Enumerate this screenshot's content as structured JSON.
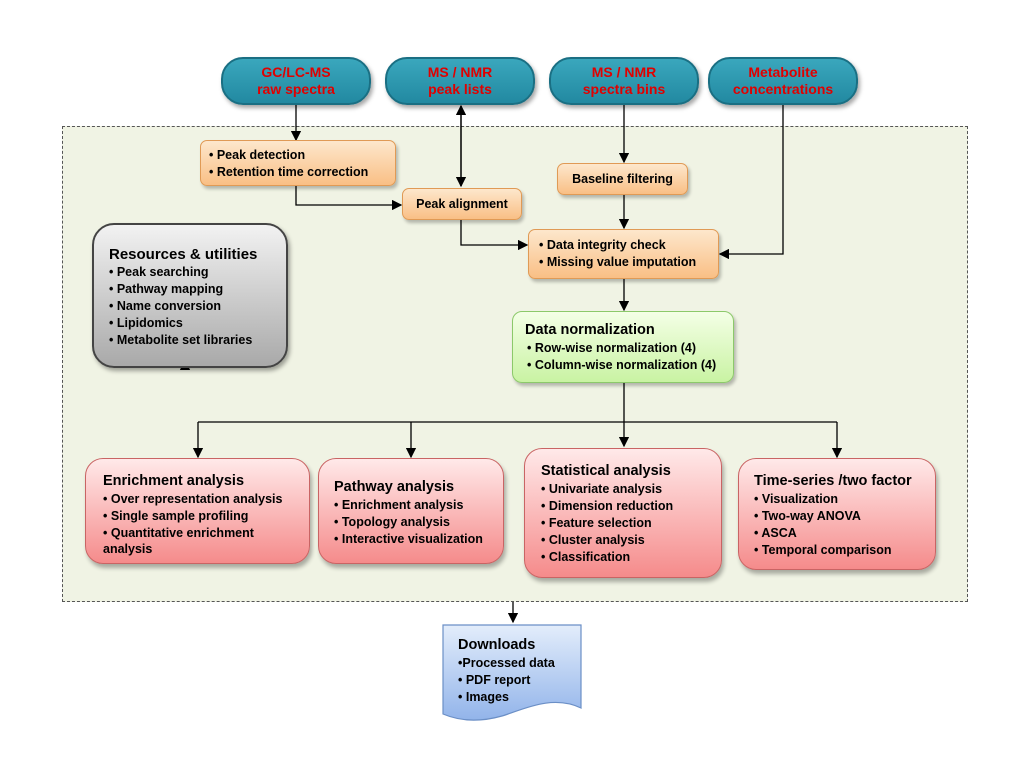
{
  "inputs": {
    "gclc": [
      "GC/LC-MS",
      "raw spectra"
    ],
    "peaklists": [
      "MS / NMR",
      "peak lists"
    ],
    "bins": [
      "MS / NMR",
      "spectra bins"
    ],
    "concentrations": [
      "Metabolite",
      "concentrations"
    ]
  },
  "peak_detection": [
    "• Peak detection",
    "• Retention time correction"
  ],
  "peak_alignment": "Peak alignment",
  "baseline_filtering": "Baseline filtering",
  "integrity": [
    "• Data integrity check",
    "• Missing value imputation"
  ],
  "normalization": {
    "title": "Data normalization",
    "items": [
      "• Row-wise normalization (4)",
      "• Column-wise normalization (4)"
    ]
  },
  "resources": {
    "title": "Resources & utilities",
    "items": [
      "• Peak searching",
      "• Pathway mapping",
      "• Name conversion",
      "• Lipidomics",
      "• Metabolite set libraries"
    ]
  },
  "analyses": {
    "enrichment": {
      "title": "Enrichment analysis",
      "items": [
        "• Over representation analysis",
        "• Single sample profiling",
        "• Quantitative enrichment analysis"
      ]
    },
    "pathway": {
      "title": "Pathway analysis",
      "items": [
        "• Enrichment analysis",
        "• Topology analysis",
        "• Interactive visualization"
      ]
    },
    "statistical": {
      "title": "Statistical analysis",
      "items": [
        "• Univariate analysis",
        "• Dimension reduction",
        "• Feature selection",
        "• Cluster analysis",
        "• Classification"
      ]
    },
    "timeseries": {
      "title": "Time-series /two factor",
      "items": [
        "• Visualization",
        "• Two-way ANOVA",
        "• ASCA",
        "• Temporal  comparison"
      ]
    }
  },
  "downloads": {
    "title": "Downloads",
    "items": [
      "•Processed data",
      "• PDF report",
      "• Images"
    ]
  },
  "colors": {
    "input_fill": "#2b97af",
    "input_text": "#e00000",
    "orange_fill": "#f9bf85",
    "green_fill": "#c9f3a3",
    "pink_fill": "#f58b8b",
    "panel_fill": "#f0f3e4",
    "downloads_fill": "#a9c6f2"
  }
}
